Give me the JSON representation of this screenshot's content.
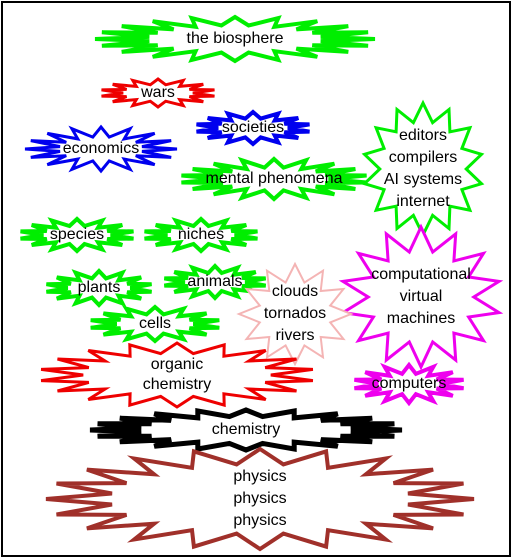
{
  "colors": {
    "green": "#00ee00",
    "red": "#ee0000",
    "blue": "#0000ee",
    "magenta": "#ee00ee",
    "pink": "#f4b4b4",
    "black": "#000000",
    "brown": "#a0302a"
  },
  "nodes": [
    {
      "id": "biosphere",
      "lines": [
        "the biosphere"
      ],
      "color": "green"
    },
    {
      "id": "wars",
      "lines": [
        "wars"
      ],
      "color": "red"
    },
    {
      "id": "societies",
      "lines": [
        "societies"
      ],
      "color": "blue"
    },
    {
      "id": "economics",
      "lines": [
        "economics"
      ],
      "color": "blue"
    },
    {
      "id": "mental",
      "lines": [
        "mental phenomena"
      ],
      "color": "green"
    },
    {
      "id": "software",
      "lines": [
        "editors",
        "compilers",
        "AI systems",
        "internet"
      ],
      "color": "green"
    },
    {
      "id": "species",
      "lines": [
        "species"
      ],
      "color": "green"
    },
    {
      "id": "niches",
      "lines": [
        "niches"
      ],
      "color": "green"
    },
    {
      "id": "vms",
      "lines": [
        "computational",
        "virtual",
        "machines"
      ],
      "color": "magenta"
    },
    {
      "id": "plants",
      "lines": [
        "plants"
      ],
      "color": "green"
    },
    {
      "id": "animals",
      "lines": [
        "animals"
      ],
      "color": "green"
    },
    {
      "id": "weather",
      "lines": [
        "clouds",
        "tornados",
        "rivers"
      ],
      "color": "pink"
    },
    {
      "id": "cells",
      "lines": [
        "cells"
      ],
      "color": "green"
    },
    {
      "id": "organic",
      "lines": [
        "organic",
        "chemistry"
      ],
      "color": "red"
    },
    {
      "id": "computers",
      "lines": [
        "computers"
      ],
      "color": "magenta"
    },
    {
      "id": "chemistry",
      "lines": [
        "chemistry"
      ],
      "color": "black"
    },
    {
      "id": "physics",
      "lines": [
        "physics",
        "physics",
        "physics"
      ],
      "color": "brown"
    }
  ]
}
